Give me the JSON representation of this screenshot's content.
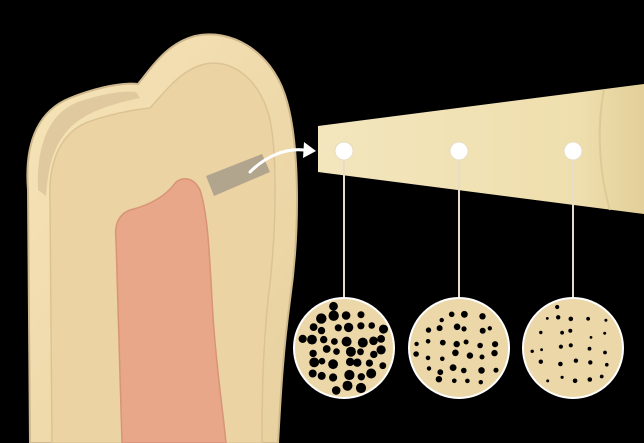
{
  "figure": {
    "kind": "tooth cross-section with dentin tubule density detail",
    "colors": {
      "background": "#000000",
      "enamel": "#f1dcae",
      "enamel_edge": "#d8c29a",
      "dentin": "#ecd3a3",
      "pulp": "#e8a789",
      "sample_strip": "#f0e1b2",
      "connector": "#e6dcc8",
      "tubule": "#000000"
    },
    "icons": {
      "arrow": "curved-arrow-icon",
      "sample_points": "circle-marker-icon"
    },
    "tubule_density_levels": [
      "high",
      "medium",
      "low"
    ]
  }
}
